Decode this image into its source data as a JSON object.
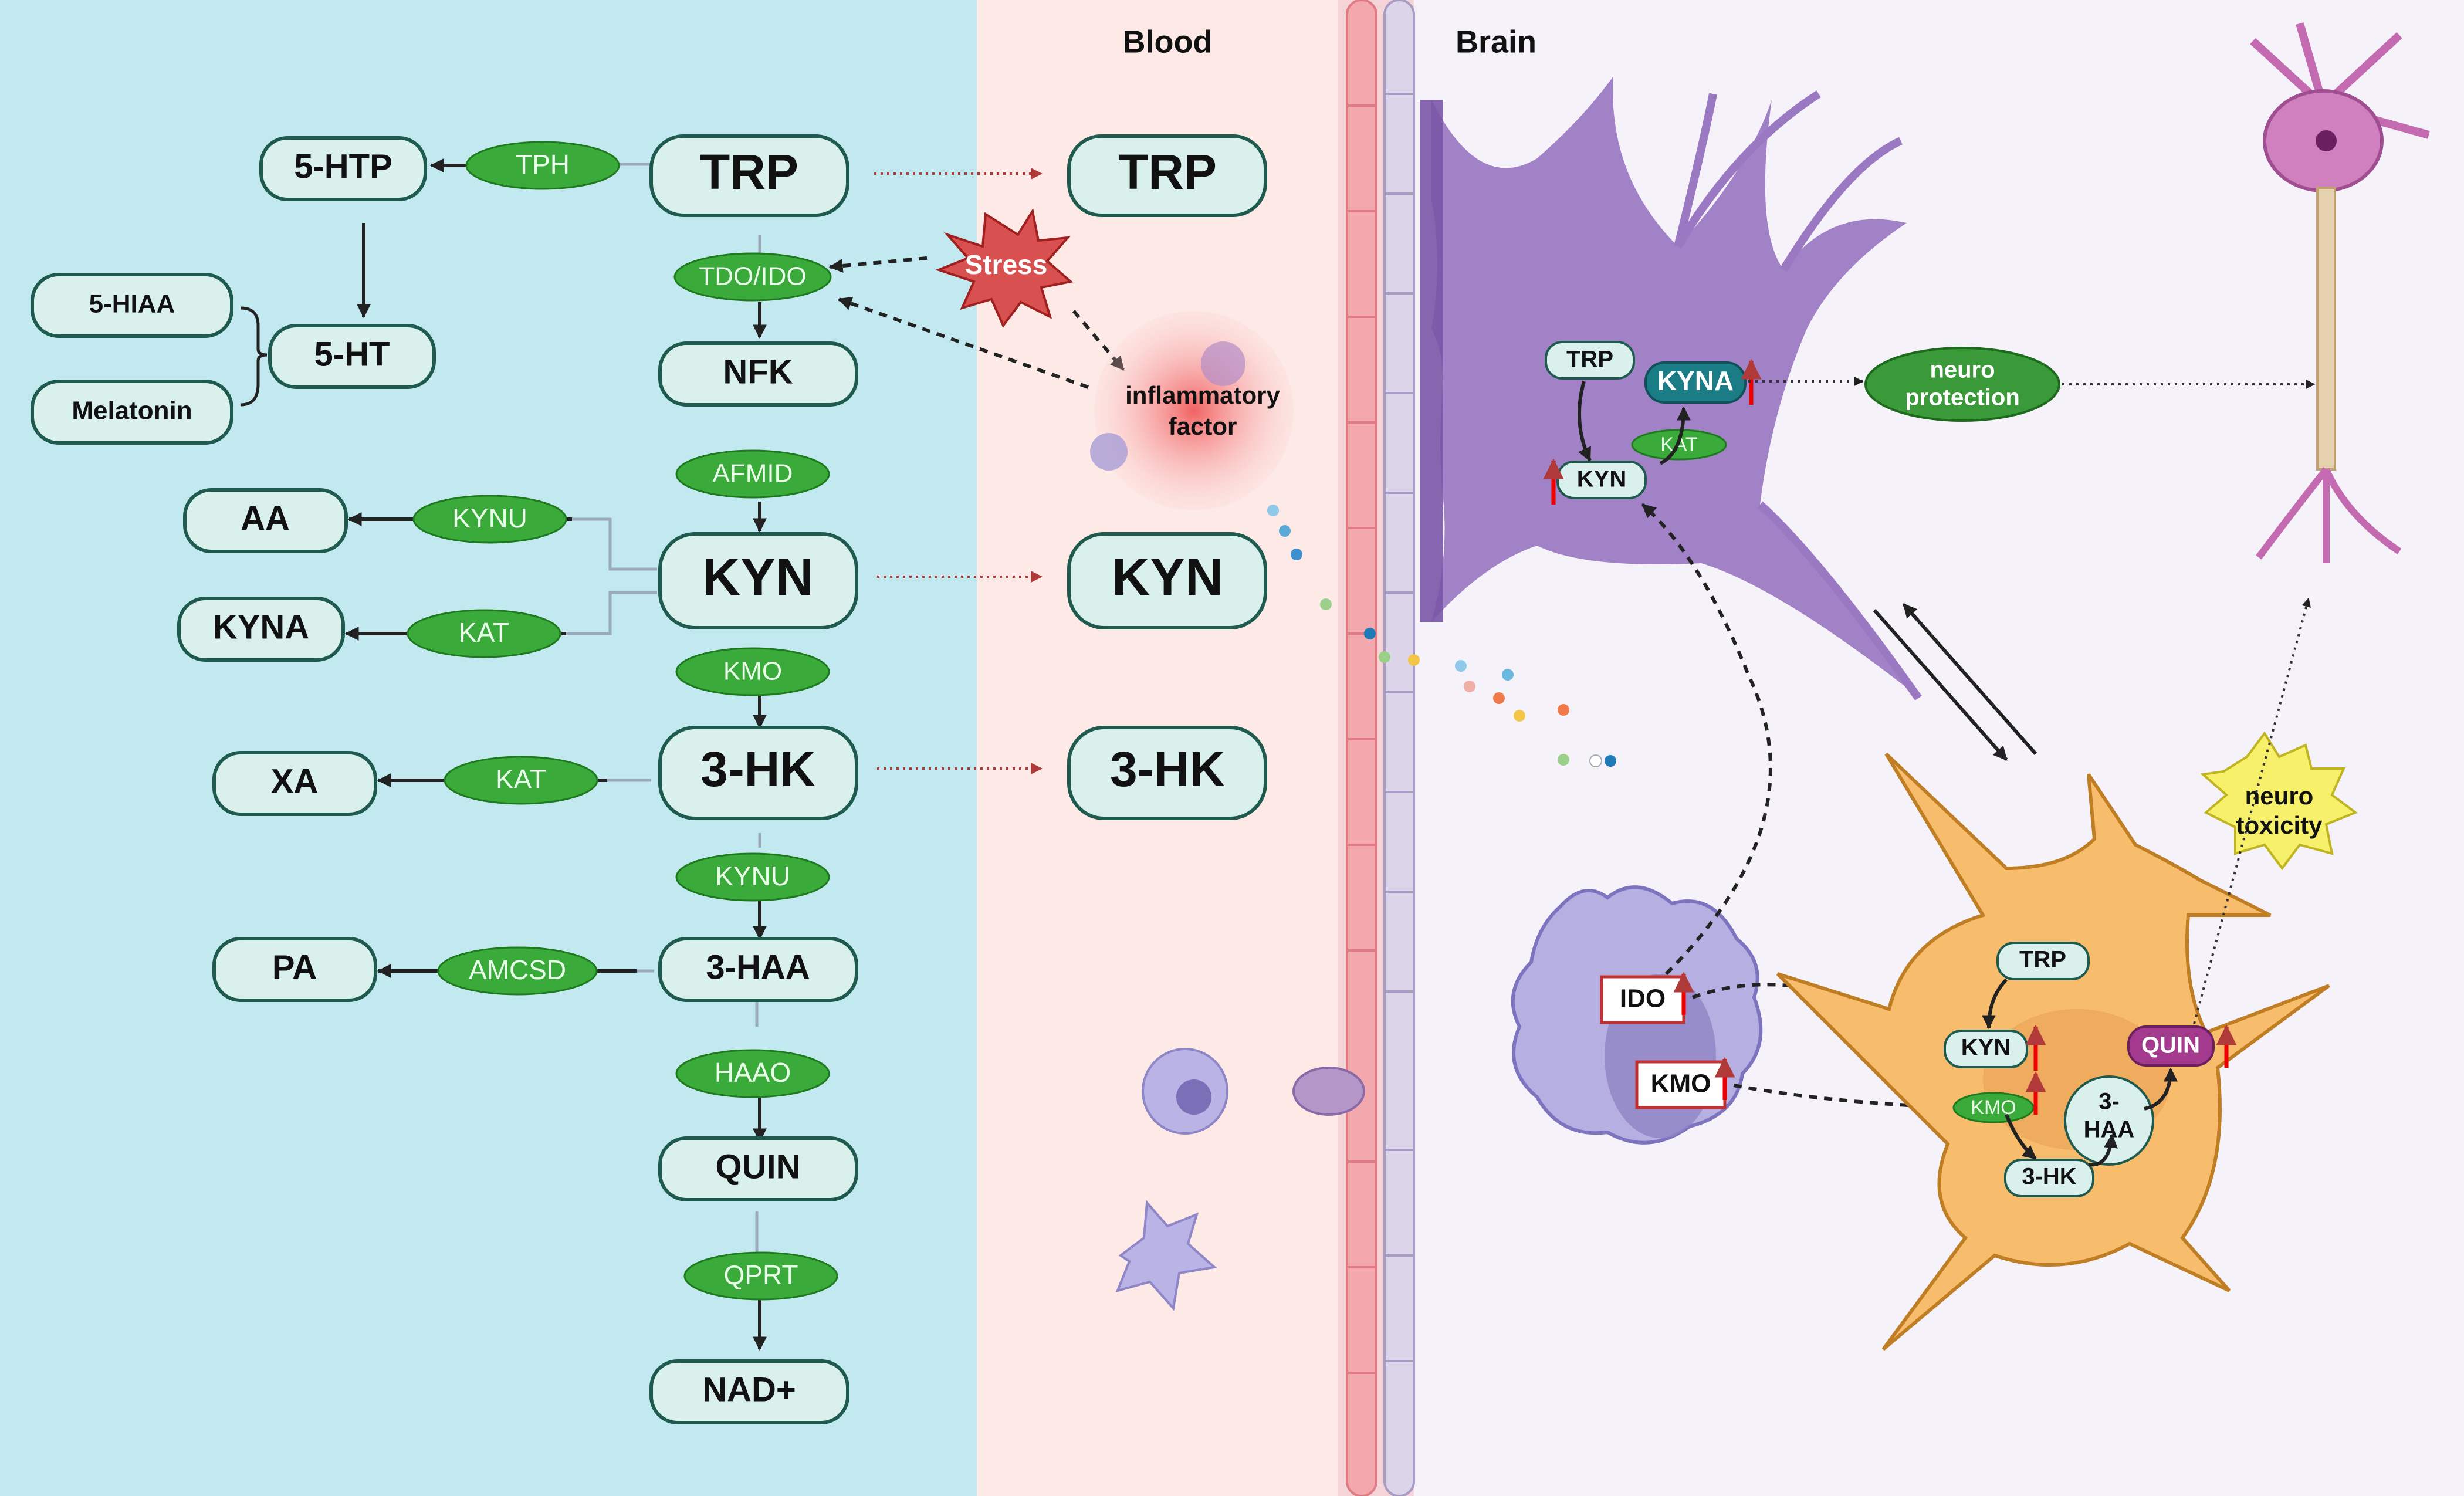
{
  "regions": {
    "blood": "Blood",
    "brain": "Brain"
  },
  "pathway": {
    "trp": "TRP",
    "htp": "5-HTP",
    "tph": "TPH",
    "ht": "5-HT",
    "hiaa": "5-HIAA",
    "melatonin": "Melatonin",
    "tdo_ido": "TDO/IDO",
    "nfk": "NFK",
    "afmid": "AFMID",
    "kyn": "KYN",
    "kynu1": "KYNU",
    "aa": "AA",
    "kat1": "KAT",
    "kyna": "KYNA",
    "kmo": "KMO",
    "hk": "3-HK",
    "kat2": "KAT",
    "xa": "XA",
    "kynu2": "KYNU",
    "haa": "3-HAA",
    "amcsd": "AMCSD",
    "pa": "PA",
    "haao": "HAAO",
    "quin": "QUIN",
    "qprt": "QPRT",
    "nad": "NAD+"
  },
  "blood": {
    "trp": "TRP",
    "kyn": "KYN",
    "hk": "3-HK",
    "stress": "Stress",
    "inflam1": "inflammatory",
    "inflam2": "factor"
  },
  "astro": {
    "trp": "TRP",
    "kyna": "KYNA",
    "kat": "KAT",
    "kyn": "KYN",
    "neuro1": "neuro",
    "neuro2": "protection"
  },
  "micro": {
    "ido": "IDO",
    "kmo": "KMO"
  },
  "neuroncell": {
    "trp": "TRP",
    "kyn": "KYN",
    "kmo": "KMO",
    "quin": "QUIN",
    "haa1": "3-",
    "haa2": "HAA",
    "hk": "3-HK",
    "tox1": "neuro",
    "tox2": "toxicity"
  },
  "colors": {
    "left_bg": "#c3e9f0",
    "blood_bg": "#fde9e6",
    "brain_bg": "#f6f2fa",
    "enzyme": "#3aaa3a",
    "node": "#daf0ec",
    "astrocyte": "#9a78c2",
    "neuron": "#f8bd6c"
  }
}
